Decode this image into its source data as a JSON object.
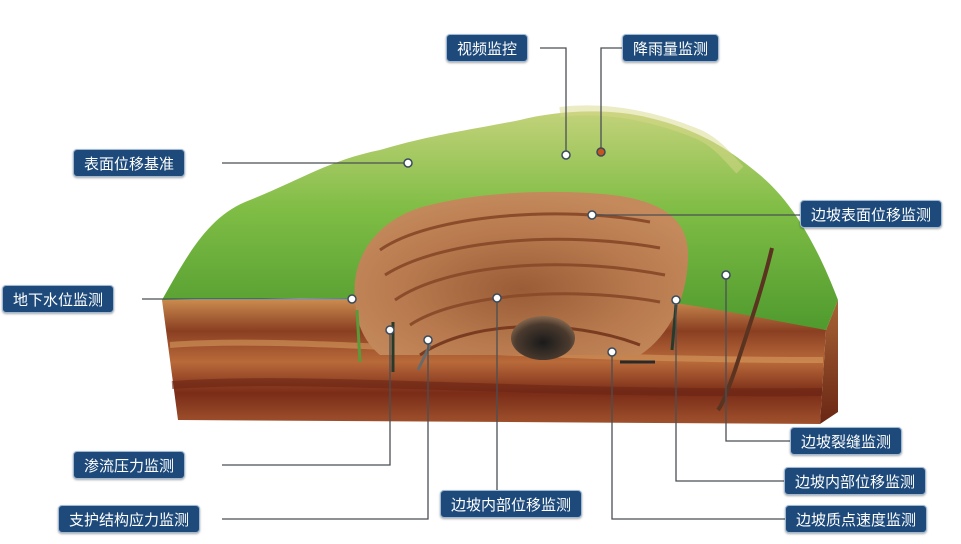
{
  "labels": {
    "video": "视频监控",
    "rain": "降雨量监测",
    "surface_base": "表面位移基准",
    "slope_surface": "边坡表面位移监测",
    "groundwater": "地下水位监测",
    "seepage": "渗流压力监测",
    "support": "支护结构应力监测",
    "slope_internal": "边坡内部位移监测",
    "crack": "边坡裂缝监测",
    "internal_disp": "边坡内部位移监测",
    "velocity": "边坡质点速度监测"
  },
  "colors": {
    "label_bg": "#1d4a7a",
    "label_text": "#ffffff",
    "leader_line": "#4a4f55",
    "grass": "#6cae3c",
    "soil": "#a0522d",
    "pit": "#b5764a"
  }
}
